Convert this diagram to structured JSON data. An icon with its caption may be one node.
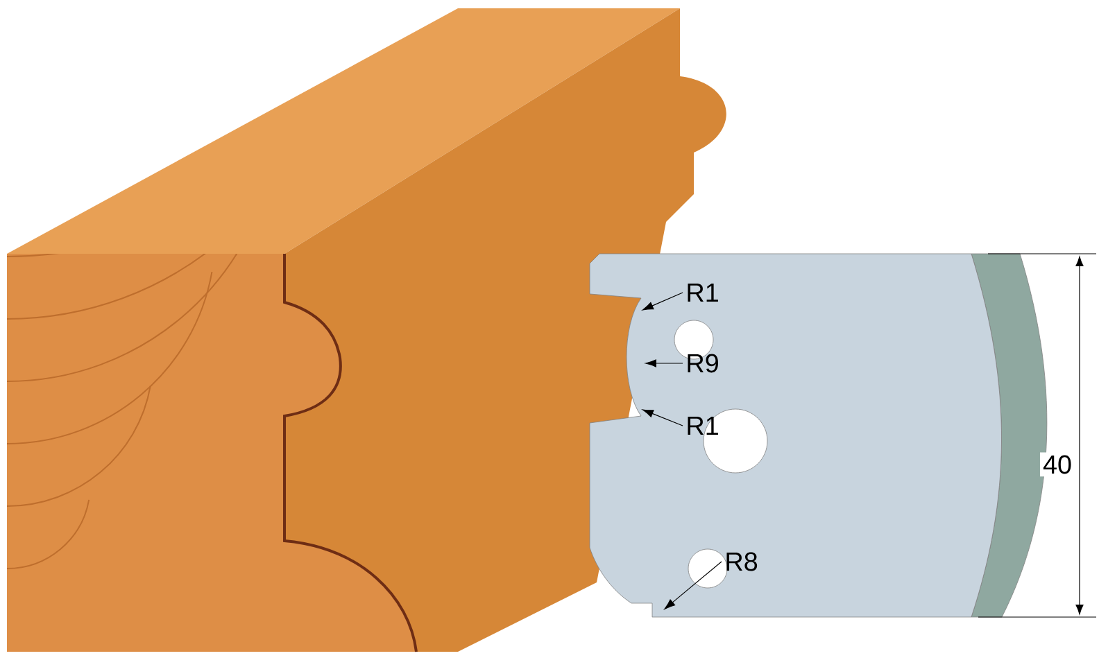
{
  "diagram": {
    "nodes": [
      {
        "text": [
          "R1"
        ]
      },
      {
        "text": [
          "R9"
        ]
      },
      {
        "text": [
          "R1"
        ]
      },
      {
        "text": [
          "R8"
        ]
      }
    ],
    "edges": [
      {
        "from": 0,
        "to": null,
        "arrow": "to"
      },
      {
        "from": 1,
        "to": null,
        "arrow": "to"
      },
      {
        "from": 2,
        "to": null,
        "arrow": "to"
      },
      {
        "from": 3,
        "to": null,
        "arrow": "to"
      }
    ],
    "labels": [
      "40"
    ]
  }
}
